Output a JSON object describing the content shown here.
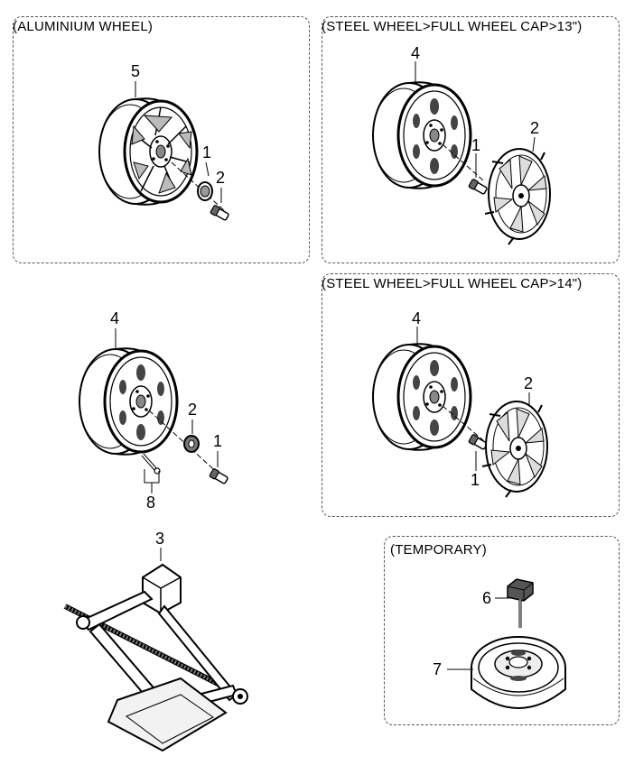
{
  "panels": {
    "aluminium": {
      "title": "(ALUMINIUM WHEEL)"
    },
    "steel13": {
      "title": "(STEEL WHEEL>FULL WHEEL CAP>13\")"
    },
    "steel14": {
      "title": "(STEEL WHEEL>FULL WHEEL CAP>14\")"
    },
    "temporary": {
      "title": "(TEMPORARY)"
    }
  },
  "callouts": {
    "alu_wheel": "5",
    "alu_cap": "1",
    "alu_nut": "2",
    "s13_wheel": "4",
    "s13_nut": "1",
    "s13_cap": "2",
    "std_wheel": "4",
    "std_cap": "2",
    "std_nut": "1",
    "std_valve": "8",
    "s14_wheel": "4",
    "s14_cap": "2",
    "s14_nut": "1",
    "jack": "3",
    "temp_bolt": "6",
    "temp_wheel": "7"
  }
}
